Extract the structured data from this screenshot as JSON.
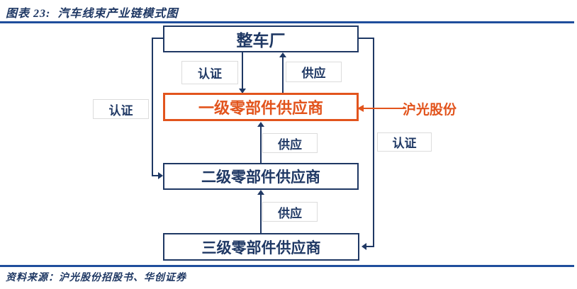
{
  "figure": {
    "title": "图表 23:  汽车线束产业链模式图",
    "source": "资料来源：沪光股份招股书、华创证券"
  },
  "diagram": {
    "nodes": {
      "oem": "整车厂",
      "tier1": "一级零部件供应商",
      "tier2": "二级零部件供应商",
      "tier3": "三级零部件供应商"
    },
    "annotation": {
      "company": "沪光股份"
    },
    "labels": {
      "cert_top": "认证",
      "supply_top": "供应",
      "cert_left": "认证",
      "supply_mid": "供应",
      "cert_right": "认证",
      "supply_bottom": "供应"
    },
    "colors": {
      "navy": "#1F3864",
      "orange": "#E2541D",
      "divider_blue": "#1F4E9C"
    }
  }
}
